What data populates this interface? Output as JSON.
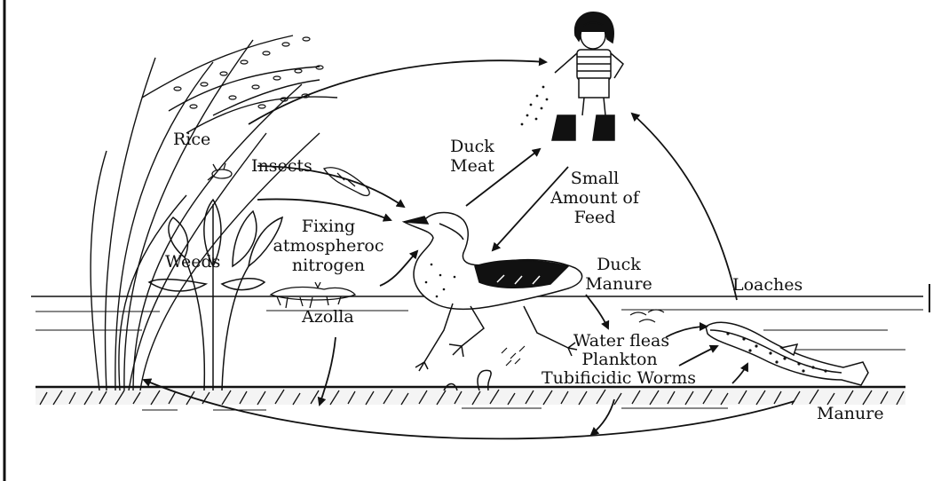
{
  "labels": {
    "rice": "Rice",
    "insects": "Insects",
    "duck_meat": [
      "Duck",
      "Meat"
    ],
    "small_feed": [
      "Small",
      "Amount of",
      "Feed"
    ],
    "fixing": [
      "Fixing",
      "atmospheroc",
      "nitrogen"
    ],
    "weeds": "Weeds",
    "azolla": "Azolla",
    "duck_manure": [
      "Duck",
      "Manure"
    ],
    "loaches": "Loaches",
    "water_fleas": "Water fleas",
    "plankton": "Plankton",
    "worms": "Tubificidic Worms",
    "manure": "Manure"
  },
  "colors": {
    "ink": "#111111",
    "paper": "#ffffff"
  },
  "icons": [
    "rice-plant-icon",
    "girl-icon",
    "duck-icon",
    "weed-plant-icon",
    "azolla-icon",
    "loach-fish-icon",
    "insect-icon",
    "worm-icon"
  ]
}
